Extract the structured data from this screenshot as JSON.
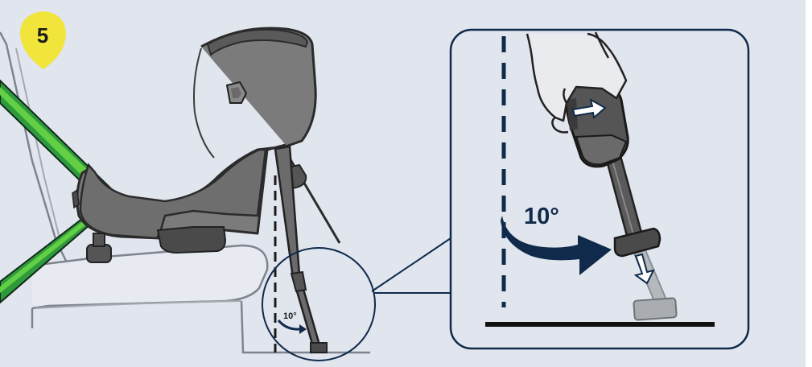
{
  "step": {
    "number": "5"
  },
  "detail": {
    "angle_label": "10°"
  },
  "overview": {
    "angle_label": "10°"
  },
  "colors": {
    "background": "#e1e5ee",
    "badge_yellow": "#f1e43a",
    "navy": "#0f2a4a",
    "seat_gray": "#7b7b7b",
    "seat_dark": "#4a4a4a",
    "belt_green": "#2f9a3c",
    "belt_green_light": "#63cf45"
  },
  "icons": [
    "step-badge-icon",
    "rotate-arrow-icon",
    "push-arrow-icon",
    "pull-arrow-icon"
  ]
}
